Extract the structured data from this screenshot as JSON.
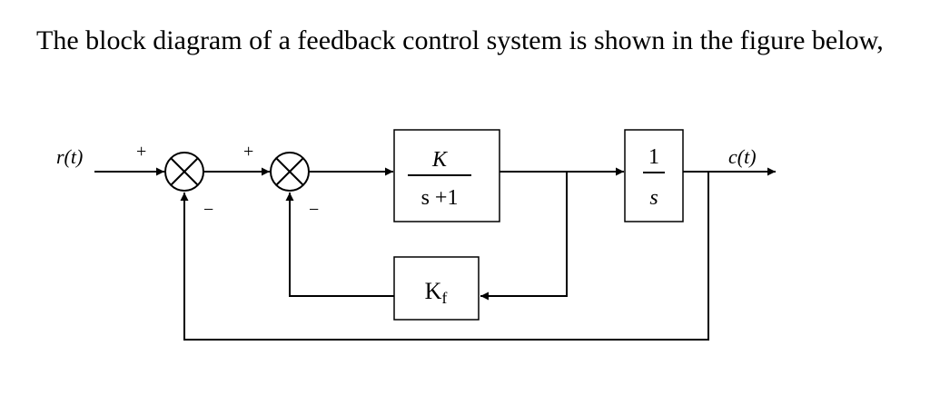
{
  "heading": "The block diagram of a feedback control system is shown in the figure below,",
  "diagram": {
    "input_label": "r(t)",
    "output_label": "c(t)",
    "summing_junction_1": {
      "top_sign": "+",
      "bottom_sign": "−"
    },
    "summing_junction_2": {
      "top_sign": "+",
      "bottom_sign": "−"
    },
    "forward_block": {
      "numerator": "K",
      "denominator": "s +1"
    },
    "integrator_block": {
      "numerator": "1",
      "denominator": "s"
    },
    "feedback_block": {
      "label_main": "K",
      "label_sub": "f"
    }
  }
}
